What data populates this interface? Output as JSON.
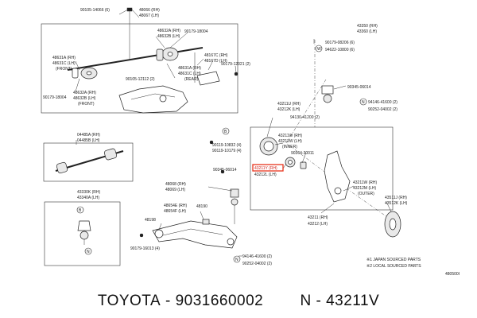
{
  "diagram_code": "480500I",
  "notes": {
    "note1": "※1 JAPAN SOURCED PARTS",
    "note2": "※2 LOCAL SOURCED PARTS"
  },
  "inset_upper_arm": {
    "labels": [
      "90105-14066 (6)",
      "48066 (RH)",
      "48067 (LH)",
      "48632A (RH)",
      "48632B (LH)",
      "90179-18004",
      "48631A (RH)",
      "48631C (LH)",
      "(FRONT)",
      "48167C (RH)",
      "48167D (LH)",
      "90179-12021 (2)",
      "48631A (RH)",
      "48631C (LH)",
      "(REAR)",
      "90105-12112 (2)",
      "90179-18004",
      "48632A (RH)",
      "48632B (LH)",
      "(FRONT)"
    ]
  },
  "inset_strut_bar": {
    "labels": [
      "04485A (RH)",
      "04485B (LH)"
    ]
  },
  "inset_ball_joint": {
    "labels": [
      "43330K (RH)",
      "43340A (LH)"
    ]
  },
  "inset_knuckle": {
    "labels": [
      "43350 (RH)",
      "43360 (LH)",
      "90179-08206 (6)",
      "94622-10800 (6)",
      "90345-06014",
      "94146-41600 (2)",
      "90252-04002 (2)",
      "43211U (RH)",
      "43212K (LH)",
      "94130-41200 (2)",
      "43211W (RH)",
      "43212W (LH)",
      "(INNER)",
      "90364-30011",
      "43211Y (RH)",
      "43212L (LH)",
      "43211W (RH)",
      "43212M (LH)",
      "(OUTER)",
      "43211 (RH)",
      "43212 (LH)",
      "43511J (RH)",
      "43512K (LH)"
    ],
    "highlighted_label": "43211Y (RH)"
  },
  "lower_arm": {
    "labels": [
      "90119-10832 (4)",
      "90119-10179 (4)",
      "90345-06014",
      "48068 (RH)",
      "48069 (LH)",
      "48654E (RH)",
      "48654F (LH)",
      "48190",
      "48198",
      "90179-16013 (4)",
      "94146-41600 (2)",
      "90252-04002 (2)"
    ]
  },
  "caption": {
    "brand": "TOYOTA",
    "part_number": "9031660002",
    "ref_code": "N - 43211V"
  }
}
